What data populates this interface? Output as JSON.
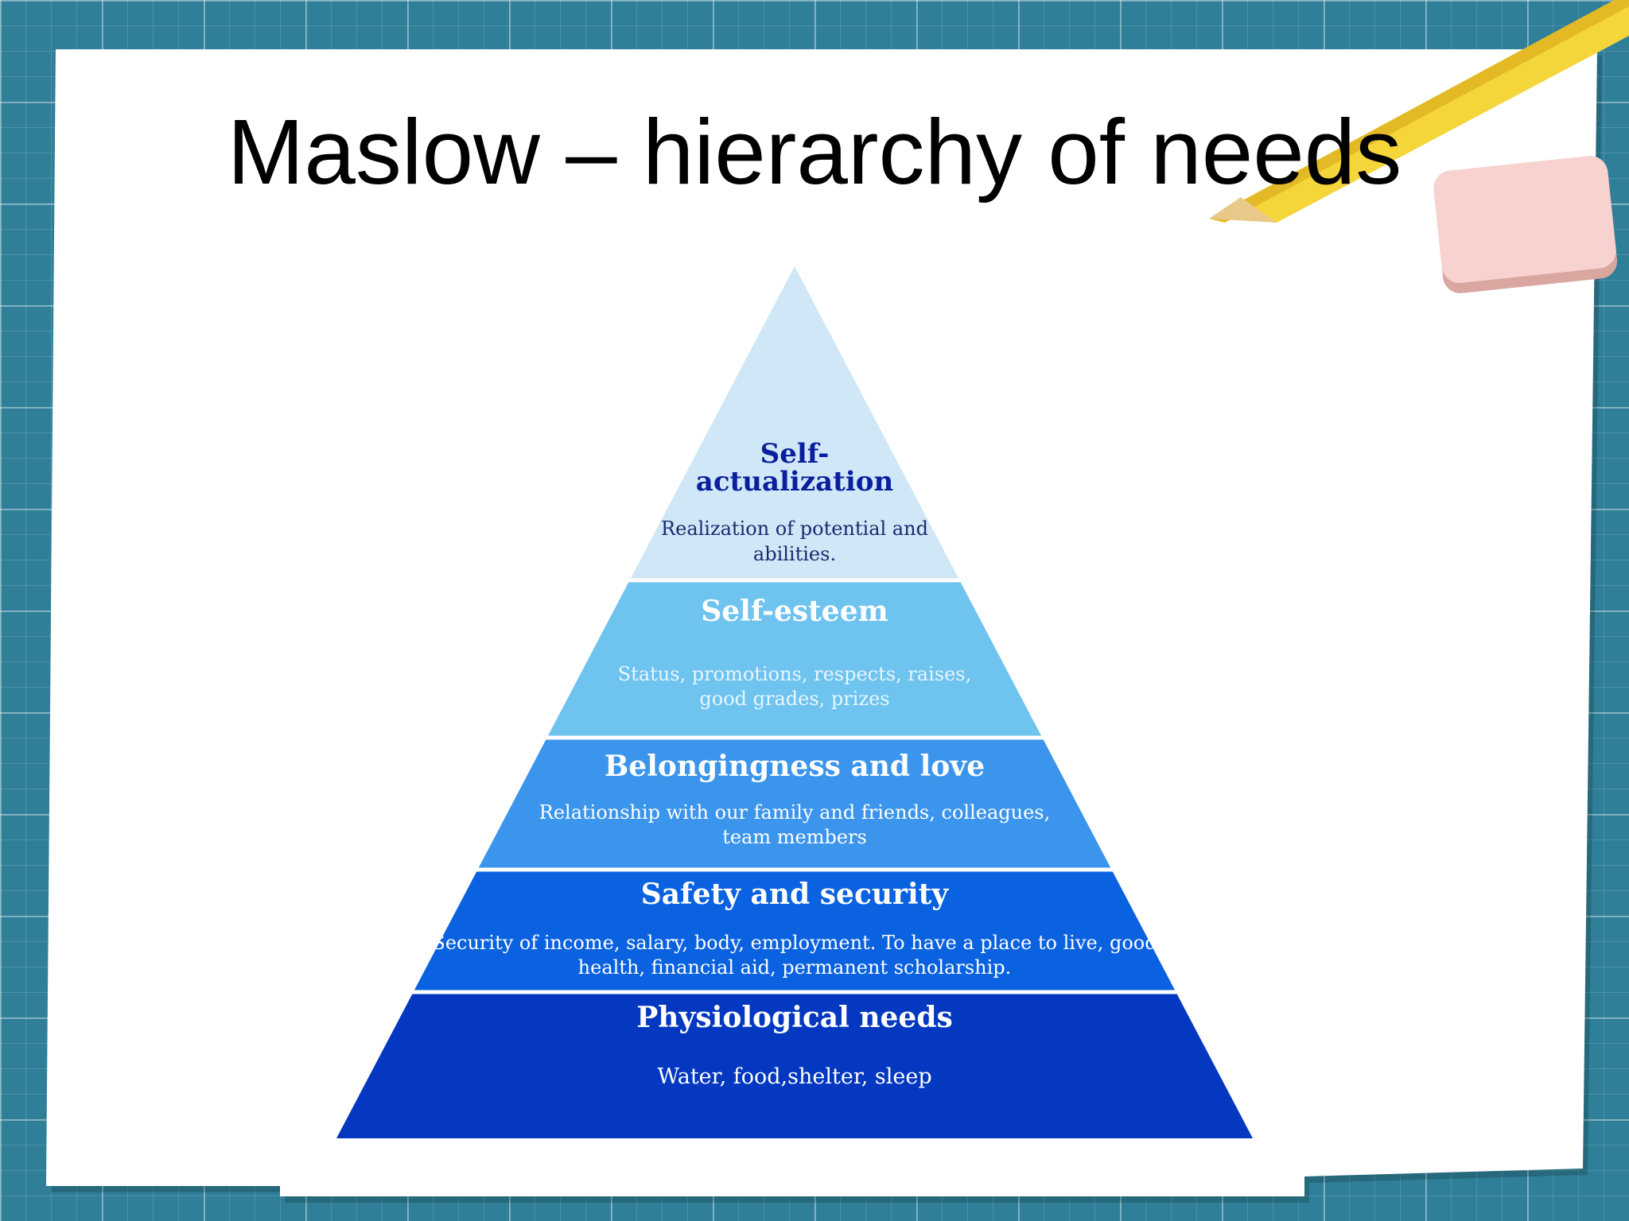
{
  "slide": {
    "title": "Maslow – hierarchy of needs"
  },
  "pyramid": {
    "levels": [
      {
        "name": "self-actualization",
        "title_lines": [
          "Self-",
          "actualization"
        ],
        "description_lines": [
          "Realization of potential and",
          "abilities."
        ],
        "fill": "#cfe7f7",
        "title_color": "#0a1f9e",
        "desc_color": "#1a2a70"
      },
      {
        "name": "self-esteem",
        "title_lines": [
          "Self-esteem"
        ],
        "description_lines": [
          "Status, promotions, respects, raises,",
          "good grades, prizes"
        ],
        "fill": "#6ec3ef",
        "title_color": "#ffffff",
        "desc_color": "#e8f6ff"
      },
      {
        "name": "belongingness-and-love",
        "title_lines": [
          "Belongingness and love"
        ],
        "description_lines": [
          "Relationship with our family and friends, colleagues,",
          "team members"
        ],
        "fill": "#3b95ec",
        "title_color": "#ffffff",
        "desc_color": "#ffffff"
      },
      {
        "name": "safety-and-security",
        "title_lines": [
          "Safety and security"
        ],
        "description_lines": [
          "Security of income, salary, body, employment. To have a place to live, good",
          "health, financial aid, permanent scholarship."
        ],
        "fill": "#0a62e0",
        "title_color": "#ffffff",
        "desc_color": "#ffffff"
      },
      {
        "name": "physiological-needs",
        "title_lines": [
          "Physiological needs"
        ],
        "description_lines": [
          "Water, food,shelter, sleep"
        ],
        "fill": "#0438c0",
        "title_color": "#ffffff",
        "desc_color": "#ffffff"
      }
    ]
  },
  "colors": {
    "background": "#2f7f98",
    "paper": "#ffffff",
    "pencil": "#f4d53a",
    "eraser": "#f7d2ce"
  }
}
